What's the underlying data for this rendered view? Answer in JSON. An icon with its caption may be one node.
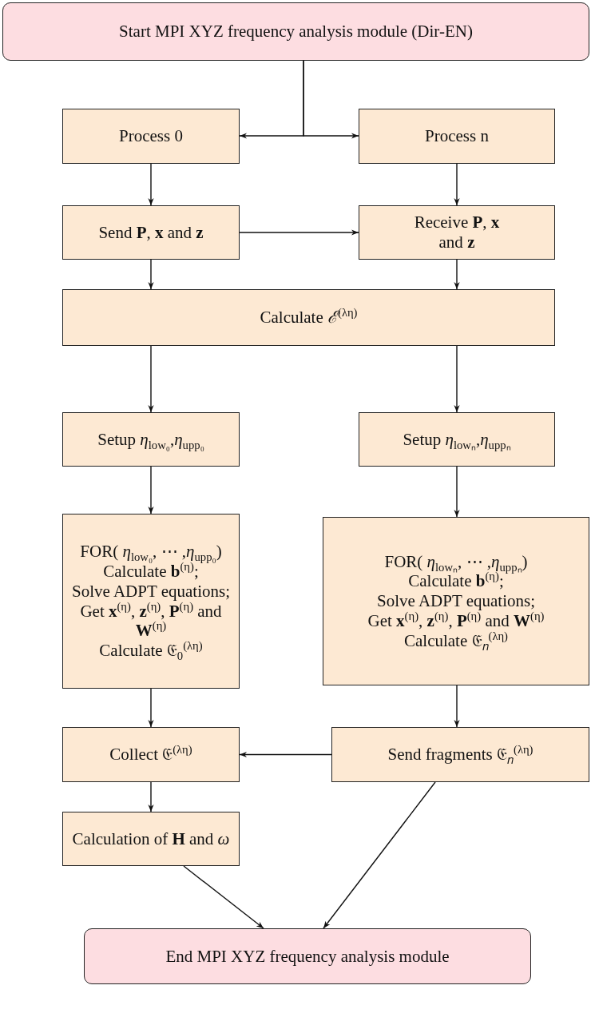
{
  "diagram": {
    "nodes": [
      {
        "text": [
          "Start MPI XYZ frequency analysis module (Dir-EN)"
        ]
      },
      {
        "text": [
          "Process 0"
        ]
      },
      {
        "text": [
          "Process n"
        ]
      },
      {
        "text": [
          "Send **P**, **x** and **z**"
        ]
      },
      {
        "text": [
          "Receive **P**, **x** and **z**"
        ]
      },
      {
        "text": [
          "Calculate *ℰ*$^{(λη)}$"
        ]
      },
      {
        "text": [
          "Setup *η*$_{low₀}$,*η*$_{upp₀}$"
        ]
      },
      {
        "text": [
          "Setup *η*$_{lowₙ}$,*η*$_{uppₙ}$"
        ]
      },
      {
        "text": [
          "FOR( *η*$_{low₀}$, ⋯ ,*η*$_{upp₀}$)",
          "Calculate **b**$^{(η)}$;",
          "Solve ADPT equations;",
          "Get **x**$^{(η)}$, **z**$^{(η)}$, **P**$^{(η)}$ and **W**$^{(η)}$",
          "Calculate 𝔈$_{0}$$^{(λη)}$"
        ]
      },
      {
        "text": [
          "FOR( *η*$_{lowₙ}$, ⋯ ,*η*$_{uppₙ}$)",
          "Calculate **b**$^{(η)}$;",
          "Solve ADPT equations;",
          "Get **x**$^{(η)}$, **z**$^{(η)}$, **P**$^{(η)}$ and **W**$^{(η)}$",
          "Calculate 𝔈$_{𝑛}$$^{(λη)}$"
        ]
      },
      {
        "text": [
          "Collect 𝔈$^{(λη)}$"
        ]
      },
      {
        "text": [
          "Send fragments 𝔈$_{𝑛}$$^{(λη)}$"
        ]
      },
      {
        "text": [
          "Calculation of **H** and *ω*"
        ]
      },
      {
        "text": [
          "End MPI XYZ frequency analysis module"
        ]
      }
    ],
    "edges": [
      {
        "from": 0,
        "to": 1,
        "arrow": "to"
      },
      {
        "from": 0,
        "to": 2,
        "arrow": "to"
      },
      {
        "from": 1,
        "to": 3,
        "arrow": "to"
      },
      {
        "from": 2,
        "to": 4,
        "arrow": "to"
      },
      {
        "from": 3,
        "to": 4,
        "arrow": "to"
      },
      {
        "from": 3,
        "to": 5,
        "arrow": "to"
      },
      {
        "from": 4,
        "to": 5,
        "arrow": "to"
      },
      {
        "from": 5,
        "to": 6,
        "arrow": "to"
      },
      {
        "from": 5,
        "to": 7,
        "arrow": "to"
      },
      {
        "from": 6,
        "to": 8,
        "arrow": "to"
      },
      {
        "from": 7,
        "to": 9,
        "arrow": "to"
      },
      {
        "from": 8,
        "to": 10,
        "arrow": "to"
      },
      {
        "from": 9,
        "to": 11,
        "arrow": "to"
      },
      {
        "from": 11,
        "to": 10,
        "arrow": "to"
      },
      {
        "from": 10,
        "to": 12,
        "arrow": "to"
      },
      {
        "from": 12,
        "to": 13,
        "arrow": "to"
      },
      {
        "from": 11,
        "to": 13,
        "arrow": "to"
      }
    ]
  }
}
